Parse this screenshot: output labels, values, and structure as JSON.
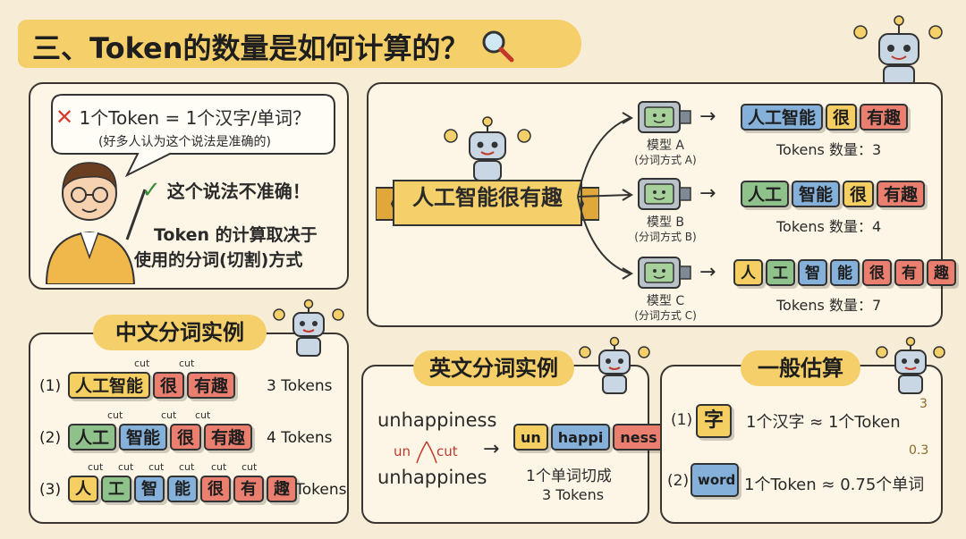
{
  "title": "三、Token的数量是如何计算的？",
  "top_left": {
    "wrong_claim": "1个Token = 1个汉字/单词？",
    "wrong_note": "(好多人认为这个说法是准确的)",
    "correct_claim": "这个说法不准确！",
    "explain_line1": "Token 的计算取决于",
    "explain_line2": "使用的分词(切割)方式"
  },
  "models": {
    "source_text": "人工智能很有趣",
    "items": [
      {
        "name": "模型 A",
        "method": "(分词方式 A)",
        "tokens": [
          [
            "人工智能",
            "b"
          ],
          [
            "很",
            "y"
          ],
          [
            "有趣",
            "r"
          ]
        ],
        "count_label": "Tokens 数量：3"
      },
      {
        "name": "模型 B",
        "method": "(分词方式 B)",
        "tokens": [
          [
            "人工",
            "g"
          ],
          [
            "智能",
            "b"
          ],
          [
            "很",
            "y"
          ],
          [
            "有趣",
            "r"
          ]
        ],
        "count_label": "Tokens 数量：4"
      },
      {
        "name": "模型 C",
        "method": "(分词方式 C)",
        "tokens": [
          [
            "人",
            "y"
          ],
          [
            "工",
            "g"
          ],
          [
            "智",
            "b"
          ],
          [
            "能",
            "b"
          ],
          [
            "很",
            "r"
          ],
          [
            "有",
            "r"
          ],
          [
            "趣",
            "r"
          ]
        ],
        "count_label": "Tokens 数量：7"
      }
    ]
  },
  "chinese": {
    "title": "中文分词实例",
    "cut": "cut",
    "rows": [
      {
        "num": "(1)",
        "tokens": [
          [
            "人工智能",
            "y"
          ],
          [
            "很",
            "r"
          ],
          [
            "有趣",
            "r"
          ]
        ],
        "count": "3 Tokens"
      },
      {
        "num": "(2)",
        "tokens": [
          [
            "人工",
            "g"
          ],
          [
            "智能",
            "b"
          ],
          [
            "很",
            "r"
          ],
          [
            "有趣",
            "r"
          ]
        ],
        "count": "4 Tokens"
      },
      {
        "num": "(3)",
        "tokens": [
          [
            "人",
            "y"
          ],
          [
            "工",
            "g"
          ],
          [
            "智",
            "b"
          ],
          [
            "能",
            "b"
          ],
          [
            "很",
            "r"
          ],
          [
            "有",
            "r"
          ],
          [
            "趣",
            "r"
          ]
        ],
        "count": "7 Tokens"
      }
    ]
  },
  "english": {
    "title": "英文分词实例",
    "word1": "unhappiness",
    "split_un": "un",
    "split_cut": "cut",
    "word2": "unhappines",
    "tokens": [
      [
        "un",
        "y"
      ],
      [
        "happi",
        "b"
      ],
      [
        "ness",
        "r"
      ]
    ],
    "result_line1": "1个单词切成",
    "result_line2": "3 Tokens"
  },
  "estimate": {
    "title": "一般估算",
    "row1_num": "(1)",
    "row1_box": "字",
    "row1_text": "1个汉字 ≈ 1个Token",
    "row1_note": "3",
    "row2_num": "(2)",
    "row2_box": "word",
    "row2_text": "1个Token ≈ 0.75个单词",
    "row2_note": "0.3"
  }
}
